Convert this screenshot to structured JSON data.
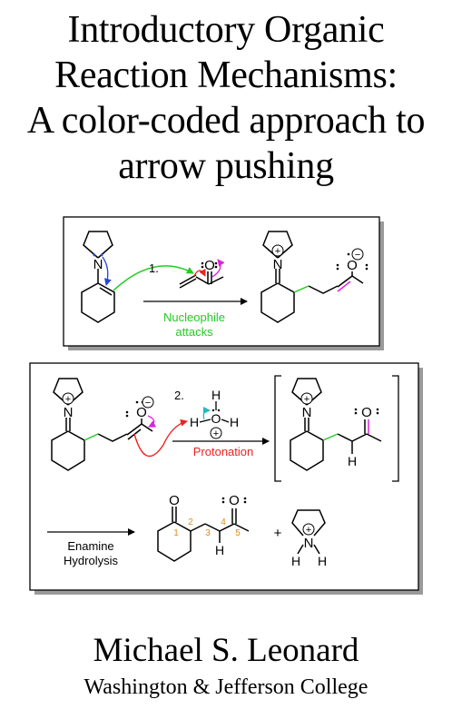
{
  "title_lines": [
    "Introductory Organic",
    "Reaction Mechanisms:",
    "A color-coded approach to",
    "arrow pushing"
  ],
  "author": "Michael S. Leonard",
  "affiliation": "Washington & Jefferson College",
  "scheme1": {
    "step_label": "1.",
    "arrow_label_line1": "Nucleophile",
    "arrow_label_line2": "attacks",
    "nitrogen": "N",
    "oxygen": "O",
    "plus": "+",
    "minus": "−"
  },
  "scheme2": {
    "step_label": "2.",
    "arrow_label": "Protonation",
    "hydrolysis_line1": "Enamine",
    "hydrolysis_line2": "Hydrolysis",
    "nitrogen": "N",
    "oxygen": "O",
    "hydrogen": "H",
    "plus": "+",
    "minus": "−",
    "numbers": [
      "1",
      "2",
      "3",
      "4",
      "5"
    ]
  },
  "colors": {
    "green": "#22cc22",
    "magenta": "#dd22dd",
    "red": "#ee2222",
    "cyan": "#22bbbb",
    "blue": "#2244dd",
    "orange": "#e08a1e"
  }
}
